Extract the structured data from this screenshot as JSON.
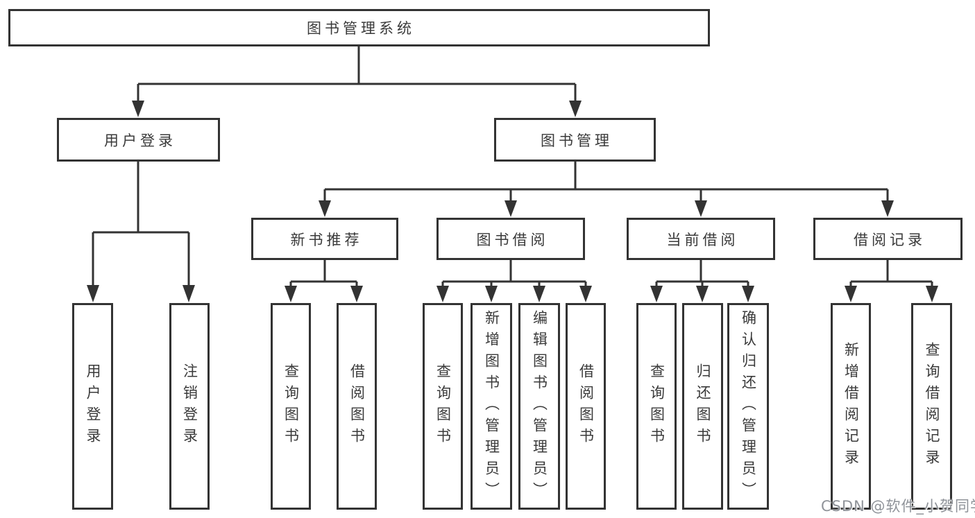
{
  "diagram": {
    "root": "图书管理系统",
    "level2": [
      "用户登录",
      "图书管理"
    ],
    "level3": [
      "新书推荐",
      "图书借阅",
      "当前借阅",
      "借阅记录"
    ],
    "leaves": {
      "user_login": [
        "用户登录",
        "注销登录"
      ],
      "new_books": [
        "查询图书",
        "借阅图书"
      ],
      "book_borrow": [
        "查询图书",
        "新增图书（管理员）",
        "编辑图书（管理员）",
        "借阅图书"
      ],
      "current_borrow": [
        "查询图书",
        "归还图书",
        "确认归还（管理员）"
      ],
      "borrow_records": [
        "新增借阅记录",
        "查询借阅记录"
      ]
    }
  },
  "watermark": "CSDN @软件_小贺同学",
  "colors": {
    "line": "#333333",
    "text": "#3a3a3a",
    "background": "#ffffff",
    "watermark": "#8f9399"
  }
}
